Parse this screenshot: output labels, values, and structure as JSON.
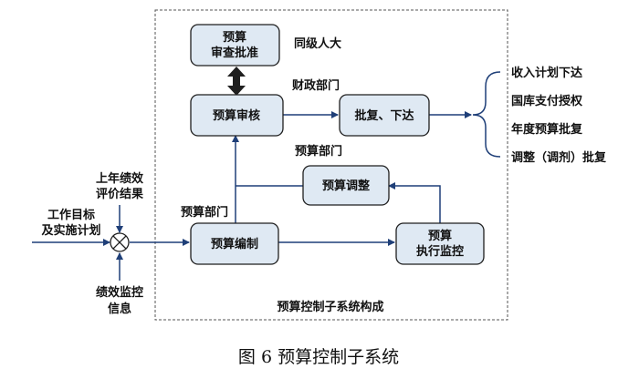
{
  "colors": {
    "box_fill": "#dfe9f3",
    "box_stroke": "#1f1f1f",
    "line": "#1f3f78",
    "frame": "#555555"
  },
  "boxes": {
    "approve": {
      "line1": "预算",
      "line2": "审查批准"
    },
    "review": {
      "label": "预算审核"
    },
    "issue": {
      "label": "批复、下达"
    },
    "adjust": {
      "label": "预算调整"
    },
    "compile": {
      "label": "预算编制"
    },
    "monitor": {
      "line1": "预算",
      "line2": "执行监控"
    }
  },
  "labels": {
    "congress": "同级人大",
    "finance_dept": "财政部门",
    "budget_dept_upper": "预算部门",
    "budget_dept_lower": "预算部门",
    "subsystem": "预算控制子系统构成"
  },
  "inputs": {
    "goals_line1": "工作目标",
    "goals_line2": "及实施计划",
    "eval_line1": "上年绩效",
    "eval_line2": "评价结果",
    "monitor_info_line1": "绩效监控",
    "monitor_info_line2": "信息",
    "combiner_icon": "circle-cross-icon"
  },
  "outputs": [
    "收入计划下达",
    "国库支付授权",
    "年度预算批复",
    "调整（调剂）批复"
  ],
  "caption": "图 6  预算控制子系统"
}
